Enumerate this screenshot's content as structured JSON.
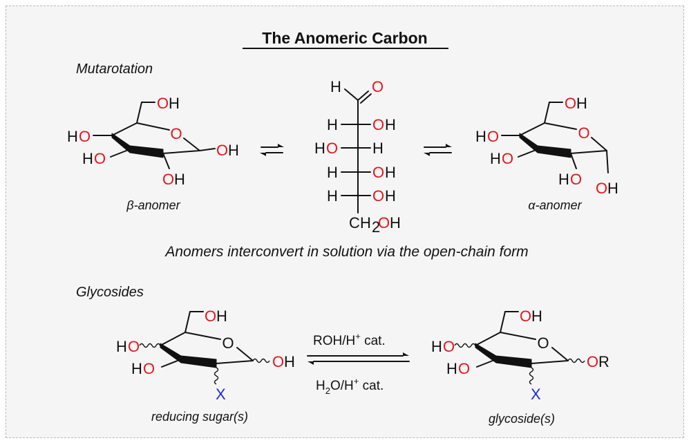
{
  "title": "The Anomeric Carbon",
  "sections": {
    "mutarotation": {
      "heading": "Mutarotation",
      "beta_label": "β-anomer",
      "alpha_label": "α-anomer",
      "caption": "Anomers interconvert in solution via the open-chain form"
    },
    "glycosides": {
      "heading": "Glycosides",
      "forward_condition": {
        "main": "ROH/H",
        "sup": "+",
        "tail": " cat."
      },
      "reverse_condition": {
        "a": "H",
        "sub": "2",
        "b": "O/H",
        "sup": "+",
        "tail": " cat."
      },
      "reducing_label": "reducing sugar(s)",
      "glycoside_label": "glycoside(s)"
    }
  },
  "atoms": {
    "H": "H",
    "O": "O",
    "C": "C",
    "X": "X",
    "R": "R",
    "sub2": "2"
  },
  "colors": {
    "oxygen": "#e8141b",
    "substituent_x": "#1c2bd6",
    "bond": "#111111",
    "panel_background": "#f5f5f5",
    "panel_border": "#b9b9b9"
  }
}
